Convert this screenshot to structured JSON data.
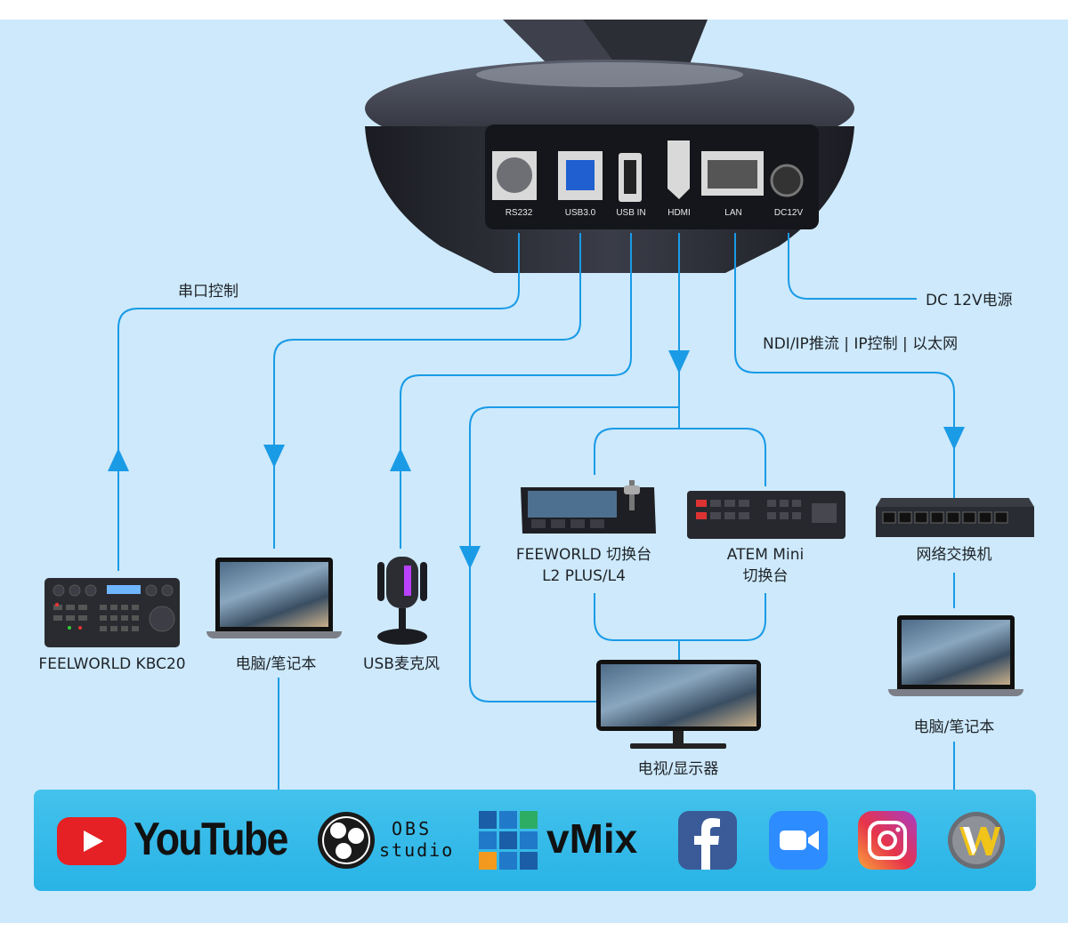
{
  "camera": {
    "ports": [
      "RS232",
      "USB3.0",
      "USB IN",
      "HDMI",
      "LAN",
      "DC12V"
    ]
  },
  "labels": {
    "serial_control": "串口控制",
    "dc_power": "DC 12V电源",
    "ndi": "NDI/IP推流 | IP控制 | 以太网"
  },
  "devices": {
    "kbc20": "FEELWORLD KBC20",
    "laptop_left": "电脑/笔记本",
    "usb_mic": "USB麦克风",
    "feeworld_switcher_line1": "FEEWORLD 切换台",
    "feeworld_switcher_line2": "L2 PLUS/L4",
    "atem_line1": "ATEM Mini",
    "atem_line2": "切换台",
    "network_switch": "网络交换机",
    "laptop_right": "电脑/笔记本",
    "monitor": "电视/显示器"
  },
  "platforms": {
    "youtube": "YouTube",
    "obs_line1": "OBS",
    "obs_line2": "studio",
    "vmix": "vMix"
  },
  "colors": {
    "background": "#cde9fb",
    "wire": "#1a9be6",
    "bar": "#2fb6e8"
  }
}
